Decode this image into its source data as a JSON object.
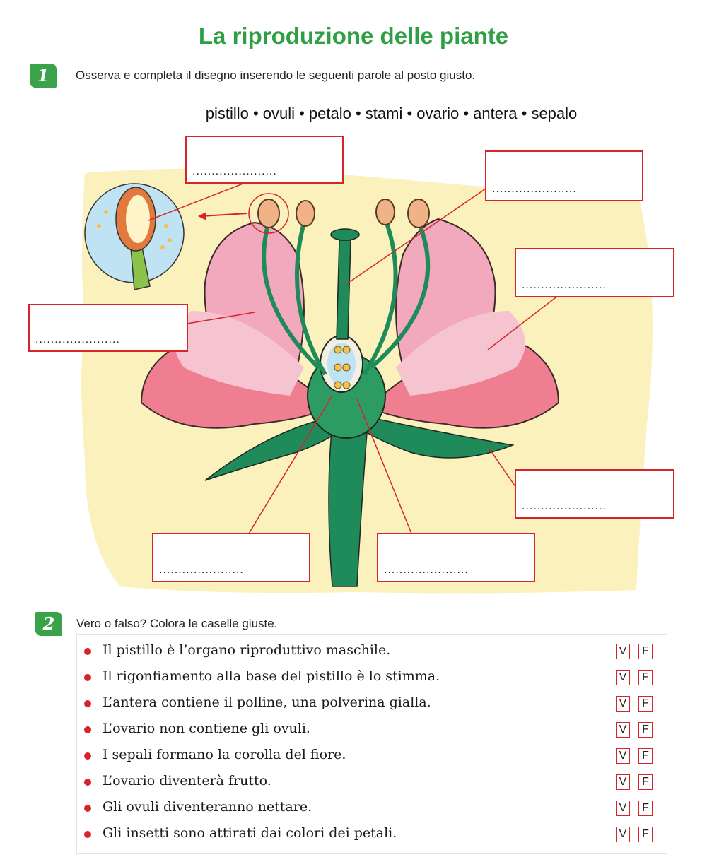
{
  "page": {
    "title": "La riproduzione delle piante"
  },
  "exercise1": {
    "number": "1",
    "instruction": "Osserva e completa il disegno inserendo le seguenti parole al posto giusto.",
    "word_bank": "pistillo • ovuli • petalo • stami • ovario • antera • sepalo",
    "blank_text": "......................",
    "label_boxes": 7
  },
  "exercise2": {
    "number": "2",
    "instruction": "Vero o falso? Colora le caselle giuste.",
    "true_label": "V",
    "false_label": "F",
    "statements": [
      "Il pistillo è l’organo riproduttivo maschile.",
      "Il rigonfiamento alla base del pistillo è lo stimma.",
      "L’antera contiene il polline, una polverina gialla.",
      "L’ovario non contiene gli ovuli.",
      "I sepali formano la corolla del fiore.",
      "L’ovario diventerà frutto.",
      "Gli ovuli diventeranno nettare.",
      "Gli insetti sono attirati dai colori dei petali."
    ]
  },
  "colors": {
    "accent_green": "#2ea043",
    "label_red": "#d8232a",
    "background_yellow": "#fbf1bd",
    "petal_pink": "#f2a9bd",
    "stem_green": "#1f8a5a"
  }
}
